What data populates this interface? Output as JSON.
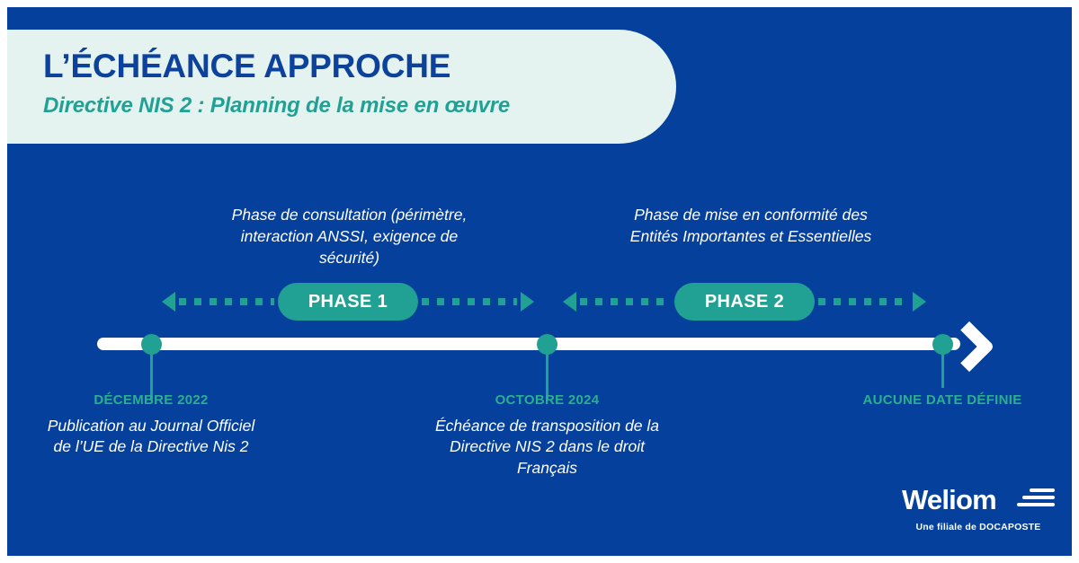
{
  "colors": {
    "background_blue": "#04409c",
    "banner_mint": "#e4f3f0",
    "title_blue": "#0c429b",
    "teal": "#21a193",
    "date_green": "#2ab08e",
    "white": "#ffffff"
  },
  "banner": {
    "title": "L’ÉCHÉANCE APPROCHE",
    "subtitle": "Directive NIS 2 : Planning de la mise en œuvre"
  },
  "phases": [
    {
      "description": "Phase de consultation (périmètre, interaction ANSSI, exigence de sécurité)",
      "label": "PHASE 1"
    },
    {
      "description": "Phase de mise en conformité des Entités Importantes et Essentielles",
      "label": "PHASE 2"
    }
  ],
  "milestones": [
    {
      "date": "DÉCEMBRE 2022",
      "text": "Publication au Journal Officiel de l’UE de la Directive Nis 2"
    },
    {
      "date": "OCTOBRE 2024",
      "text": "Échéance de transposition de la Directive NIS 2 dans le droit Français"
    },
    {
      "date": "AUCUNE DATE DÉFINIE",
      "text": ""
    }
  ],
  "logo": {
    "word": "Weliom",
    "tagline": "Une filiale de DOCAPOSTE"
  }
}
